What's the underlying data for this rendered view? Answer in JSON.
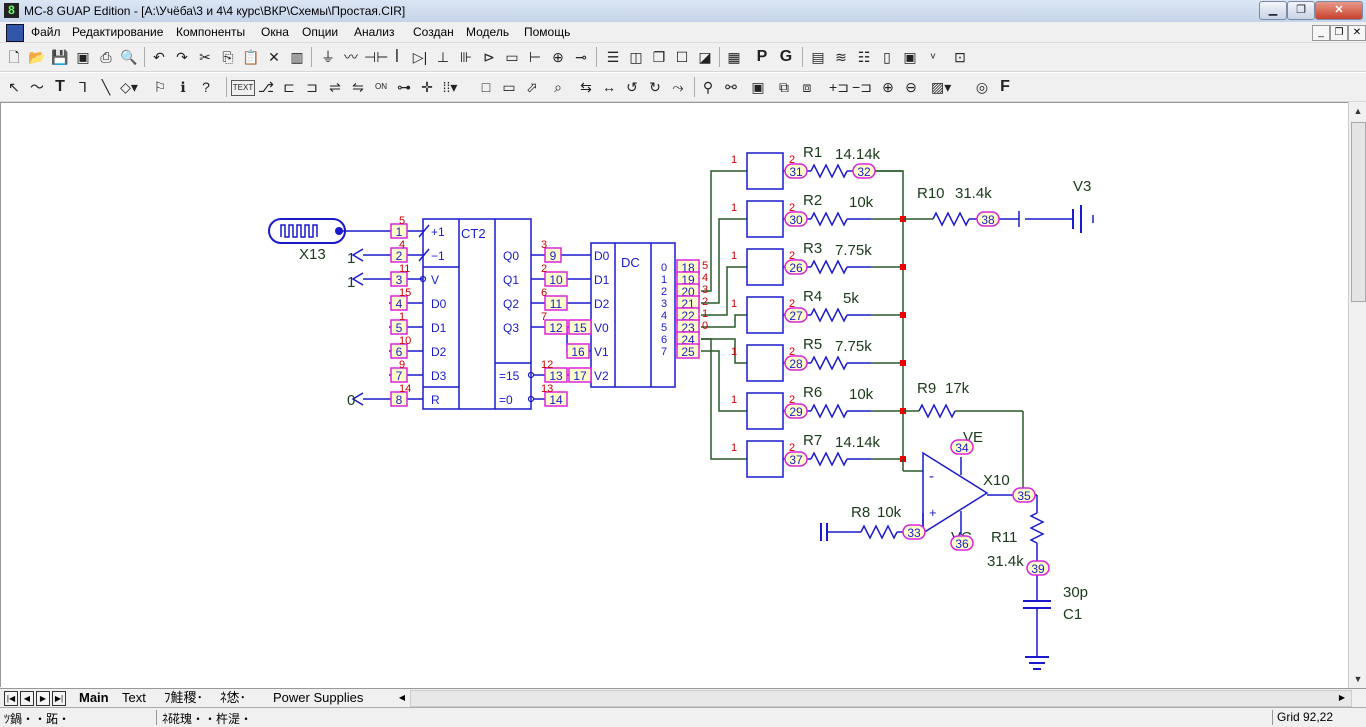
{
  "window": {
    "title": "MC-8 GUAP Edition - [A:\\Учёба\\3 и 4\\4 курс\\ВКР\\Схемы\\Простая.CIR]",
    "app_icon_glyph": "8",
    "minimize_label": "▁",
    "restore_label": "❐",
    "close_label": "✕"
  },
  "menu": {
    "items": [
      "Файл",
      "Редактирование",
      "Компоненты",
      "Окна",
      "Опции",
      "Анализ",
      "Создан",
      "Модель",
      "Помощь"
    ],
    "mdi_minimize": "_",
    "mdi_restore": "❐",
    "mdi_close": "✕"
  },
  "toolbar1": {
    "icons": [
      "new-file-icon",
      "open-folder-icon",
      "save-icon",
      "save-all-icon",
      "print-icon",
      "print-preview-icon",
      "undo-icon",
      "redo-icon",
      "cut-icon",
      "copy-icon",
      "paste-icon",
      "delete-icon",
      "library-icon",
      "ground-icon",
      "resistor-icon",
      "capacitor-icon",
      "inductor-icon",
      "diode-icon",
      "voltage-source-icon",
      "battery-icon",
      "npn-icon",
      "pnp-icon",
      "jfet-icon",
      "horizontal-tile-icon",
      "vertical-tile-icon",
      "cascade-icon",
      "window-icon",
      "split-icon",
      "calculator-icon",
      "properties-icon",
      "graph-icon",
      "component-list-icon",
      "waveform-icon",
      "pin-list-icon",
      "model-icon",
      "values-icon",
      "help-icon"
    ],
    "p_label": "P",
    "g_label": "G"
  },
  "toolbar2": {
    "icons": [
      "select-arrow-icon",
      "wire-icon",
      "text-tool-icon",
      "orthogonal-wire-icon",
      "diagonal-wire-icon",
      "shape-icon",
      "flag-icon",
      "info-icon",
      "help-pointer-icon",
      "text-toggle-icon",
      "attribute-icon",
      "pin-names-icon",
      "pin-numbers-icon",
      "node-names-icon",
      "node-numbers-icon",
      "on-off-icon",
      "probe-icon",
      "cross-icon",
      "grid-icon",
      "box-icon",
      "frame-icon",
      "move-icon",
      "find-icon",
      "rotate-left-icon",
      "rotate-right-icon",
      "mirror-icon",
      "flip-icon",
      "step-icon",
      "binoculars-icon",
      "monitor-icon",
      "copy-block-icon",
      "paste-block-icon",
      "add-page-icon",
      "remove-page-icon",
      "zoom-in-icon",
      "zoom-out-icon",
      "fill-icon",
      "cursor-icon",
      "f-label-icon"
    ],
    "text_label": "TEXT",
    "f_label": "F"
  },
  "schematic": {
    "colors": {
      "wire": "#1a1acc",
      "node_box": "#dd22dd",
      "node_fill": "#ffff88",
      "junction": "#ee0000",
      "green_wire": "#2a5a2a",
      "pin_red": "#cc0000",
      "label_dark": "#1a3a1a"
    },
    "source_label": "X13",
    "logic_one_a": "1",
    "logic_one_b": "1",
    "logic_zero": "0",
    "counter": {
      "name": "CT2",
      "inputs": [
        "+1",
        "−1",
        "V",
        "D0",
        "D1",
        "D2",
        "D3",
        "R"
      ],
      "outputs": [
        "Q0",
        "Q1",
        "Q2",
        "Q3",
        "=15",
        "=0"
      ],
      "input_nodes": [
        "1",
        "2",
        "3",
        "4",
        "5",
        "6",
        "7",
        "8"
      ],
      "output_nodes": [
        "9",
        "10",
        "11",
        "12",
        "13",
        "14"
      ],
      "input_pins": [
        "5",
        "4",
        "11",
        "15",
        "1",
        "10",
        "9",
        "14"
      ],
      "output_pins": [
        "3",
        "2",
        "6",
        "7",
        "12",
        "13"
      ]
    },
    "decoder": {
      "name": "DC",
      "inputs": [
        "D0",
        "D1",
        "D2",
        "V0",
        "V1",
        "V2"
      ],
      "input_nodes": [
        "15",
        "16",
        "17"
      ],
      "output_numbers": [
        "0",
        "1",
        "2",
        "3",
        "4",
        "5",
        "6",
        "7"
      ],
      "output_nodes": [
        "18",
        "19",
        "20",
        "21",
        "22",
        "23",
        "24",
        "25"
      ],
      "output_pins": [
        "5",
        "4",
        "3",
        "2",
        "1",
        "0"
      ]
    },
    "buffers": {
      "pin_in": "1",
      "pin_out": "2",
      "nodes": [
        "31",
        "30",
        "26",
        "27",
        "28",
        "29",
        "37"
      ]
    },
    "resistors": [
      {
        "name": "R1",
        "value": "14.14k",
        "node": "32"
      },
      {
        "name": "R2",
        "value": "10k"
      },
      {
        "name": "R3",
        "value": "7.75k"
      },
      {
        "name": "R4",
        "value": "5k"
      },
      {
        "name": "R5",
        "value": "7.75k"
      },
      {
        "name": "R6",
        "value": "10k"
      },
      {
        "name": "R7",
        "value": "14.14k"
      }
    ],
    "r10": {
      "name": "R10",
      "value": "31.4k",
      "node": "38"
    },
    "v3": "V3",
    "r9": {
      "name": "R9",
      "value": "17k"
    },
    "opamp": {
      "name": "X10",
      "minus": "-",
      "plus": "+",
      "ve": "VE",
      "vc": "VC",
      "node_ve": "34",
      "node_vc": "36",
      "node_out": "35",
      "node_in": "33"
    },
    "r8": {
      "name": "R8",
      "value": "10k"
    },
    "r11": {
      "name": "R11",
      "value": "31.4k",
      "node": "39"
    },
    "c1": {
      "name": "C1",
      "value": "30p"
    }
  },
  "tabs": {
    "nav": [
      "|◀",
      "◀",
      "▶",
      "▶|"
    ],
    "items": [
      "Main",
      "Text",
      "ﾌ鮭稷･",
      "ﾈ恷･",
      "Power Supplies"
    ]
  },
  "status": {
    "left": "ﾂ鍋・・跖・",
    "middle": "ﾈ硴瑰・・杵湜・",
    "grid": "Grid 92,22"
  },
  "scroll": {
    "up": "▲",
    "down": "▼",
    "left": "◀",
    "right": "▶"
  }
}
